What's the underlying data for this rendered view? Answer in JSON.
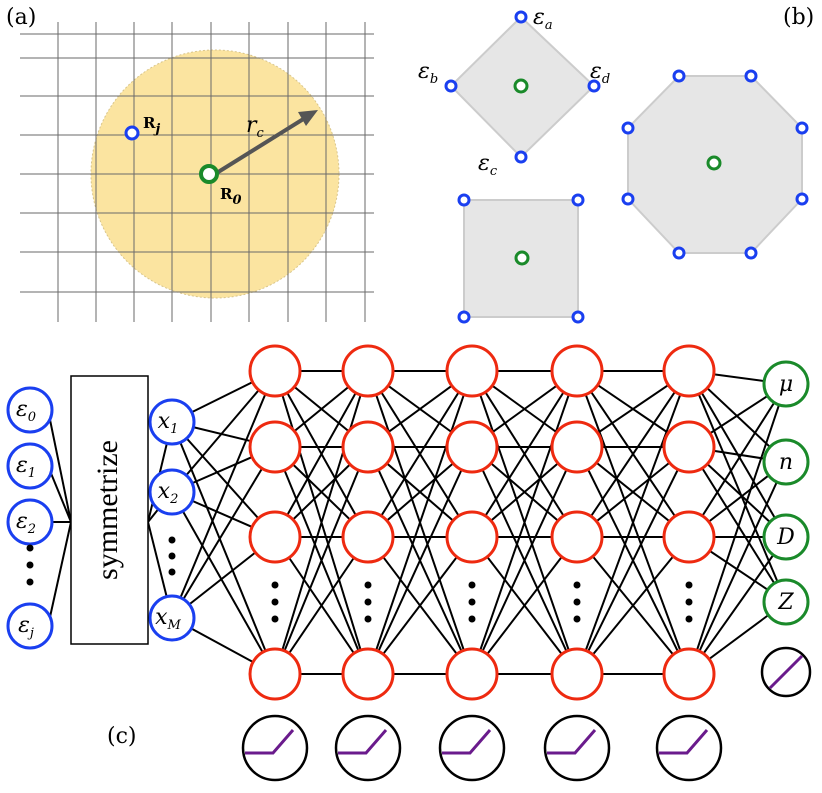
{
  "panel_labels": {
    "a": "(a)",
    "b": "(b)",
    "c": "(c)"
  },
  "panel_a": {
    "neighbor_site": {
      "symbol": "R",
      "sub": "j"
    },
    "center_site": {
      "symbol": "R",
      "sub": "0"
    },
    "cutoff": {
      "symbol": "r",
      "sub": "c"
    }
  },
  "panel_b": {
    "eps_symbol": "ε",
    "diamond_labels": [
      "a",
      "b",
      "c",
      "d"
    ]
  },
  "panel_c": {
    "inputs": [
      {
        "symbol": "ε",
        "sub": "0"
      },
      {
        "symbol": "ε",
        "sub": "1"
      },
      {
        "symbol": "ε",
        "sub": "2"
      },
      {
        "symbol": "ε",
        "sub": "j"
      }
    ],
    "symmetrize_label": "symmetrize",
    "features": [
      {
        "symbol": "x",
        "sub": "1"
      },
      {
        "symbol": "x",
        "sub": "2"
      },
      {
        "symbol": "x",
        "sub": "M"
      }
    ],
    "hidden_layers": 5,
    "outputs": [
      "μ",
      "n",
      "D",
      "Z"
    ]
  },
  "colors": {
    "blue": "#1a3ff0",
    "green": "#1a8a2a",
    "red": "#ee2a10",
    "purple": "#6a1b8c",
    "shade": "#e6e6e6",
    "yellow": "#fbe4a0"
  }
}
